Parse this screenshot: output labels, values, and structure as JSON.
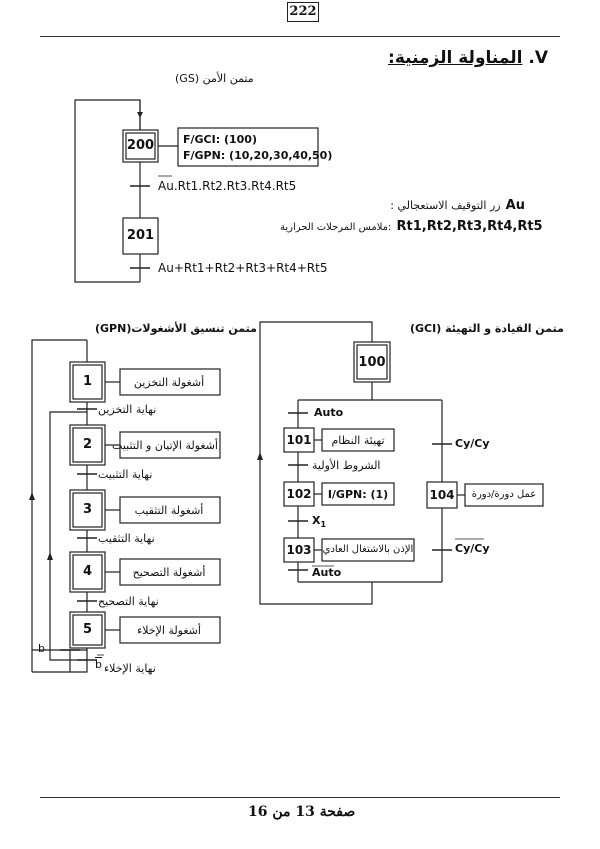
{
  "page_number": "222",
  "heading": {
    "number": "V.",
    "title": "المناولة الزمنية:"
  },
  "gs": {
    "title": "متمن الأمن (GS)",
    "step_initial": "200",
    "action_line1": "F/GCI: (100)",
    "action_line2": "F/GPN: (10,20,30,40,50)",
    "transition1": "Au.Rt1.Rt2.Rt3.Rt4.Rt5",
    "step2": "201",
    "transition2": "Au+Rt1+Rt2+Rt3+Rt4+Rt5",
    "legend_au_code": "Au",
    "legend_au_text": "زر التوقيف الاستعجالي :",
    "legend_rt_code": "Rt1,Rt2,Rt3,Rt4,Rt5",
    "legend_rt_text": "ملامس المرحلات الحرارية:"
  },
  "gpn": {
    "title": "متمن تنسيق الأشغولات(GPN)",
    "steps": [
      "1",
      "2",
      "3",
      "4",
      "5"
    ],
    "actions": [
      "أشغولة التخزين",
      "أشغولة الإتيان و التثبيت",
      "أشغولة التثقيب",
      "أشغولة التصحيح",
      "أشغولة الإخلاء"
    ],
    "transitions": [
      "نهاية التخزين",
      "نهاية التثبيت",
      "نهاية التثقيب",
      "نهاية التصحيح",
      "نهاية الإخلاء"
    ],
    "b_label": "b",
    "b_bar_label": "b"
  },
  "gci": {
    "title": "متمن القيادة و التهيئة (GCI)",
    "step_initial": "100",
    "t_auto": "Auto",
    "step101": "101",
    "action101": "تهيئة النظام",
    "t_init": "الشروط الأولية",
    "step102": "102",
    "action102": "I/GPN: (1)",
    "t_x1": "X",
    "t_x1_sub": "1",
    "step103": "103",
    "action103": "الإذن بالاشتغال العادي",
    "t_auto_bar": "Auto",
    "t_cycy": "Cy/Cy",
    "step104": "104",
    "action104": "عمل دورة/دورة",
    "t_cycy_bar": "Cy/Cy"
  },
  "footer": "صفحة 13 من 16"
}
